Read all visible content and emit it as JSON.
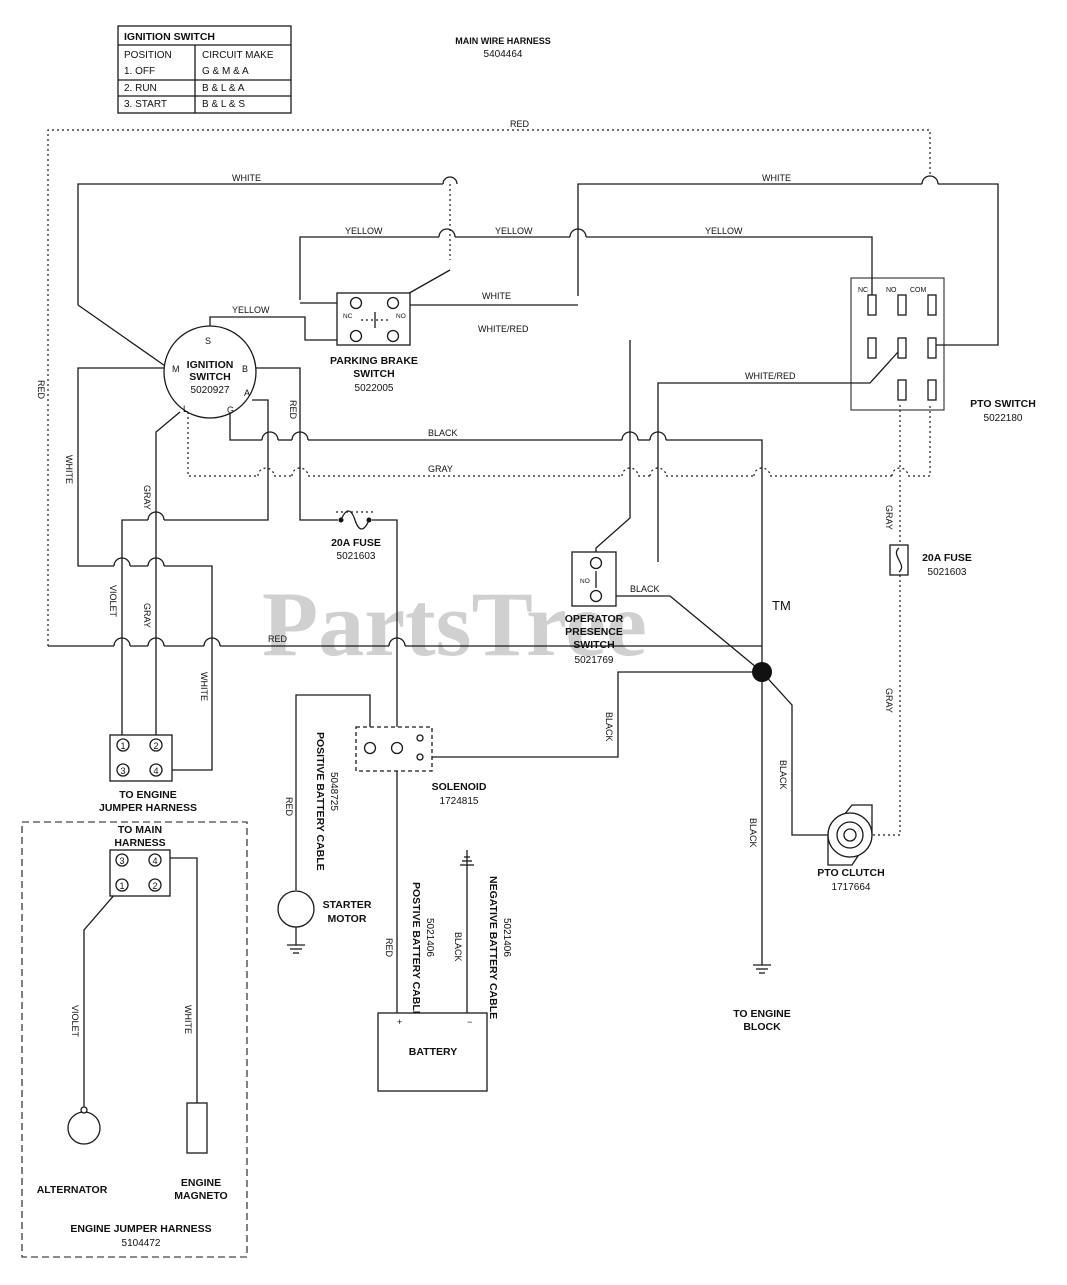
{
  "watermark": "PartsTree",
  "watermark_tm": "TM",
  "main_harness": {
    "title": "MAIN WIRE HARNESS",
    "part": "5404464"
  },
  "ignition_table": {
    "title": "IGNITION SWITCH",
    "headers": [
      "POSITION",
      "CIRCUIT MAKE"
    ],
    "rows": [
      [
        "1. OFF",
        "G & M & A"
      ],
      [
        "2. RUN",
        "B & L & A"
      ],
      [
        "3. START",
        "B & L & S"
      ]
    ]
  },
  "wire_labels": {
    "red": "RED",
    "white": "WHITE",
    "yellow": "YELLOW",
    "white_red": "WHITE/RED",
    "black": "BLACK",
    "gray": "GRAY",
    "violet": "VIOLET"
  },
  "ignition_switch": {
    "name_line1": "IGNITION",
    "name_line2": "SWITCH",
    "part": "5020927",
    "terminals": {
      "S": "S",
      "M": "M",
      "B": "B",
      "L": "L",
      "G": "G",
      "A": "A"
    }
  },
  "parking_brake_switch": {
    "name_line1": "PARKING BRAKE",
    "name_line2": "SWITCH",
    "part": "5022005",
    "contacts": {
      "nc": "NC",
      "no": "NO"
    }
  },
  "pto_switch": {
    "name": "PTO SWITCH",
    "part": "5022180",
    "headers": [
      "NC",
      "NO",
      "COM"
    ]
  },
  "fuse_left": {
    "name": "20A FUSE",
    "part": "5021603"
  },
  "fuse_right": {
    "name": "20A FUSE",
    "part": "5021603"
  },
  "operator_switch": {
    "line1": "OPERATOR",
    "line2": "PRESENCE",
    "line3": "SWITCH",
    "part": "5021769",
    "contact": "NO"
  },
  "connector_main": {
    "caption_line1": "TO ENGINE",
    "caption_line2": "JUMPER HARNESS",
    "pins": [
      "1",
      "2",
      "3",
      "4"
    ]
  },
  "solenoid": {
    "name": "SOLENOID",
    "part": "1724815"
  },
  "pos_cable_top": {
    "name": "POSITIVE BATTERY CABLE",
    "part": "5048725",
    "wire": "RED"
  },
  "starter_motor": {
    "line1": "STARTER",
    "line2": "MOTOR"
  },
  "pos_cable_bottom": {
    "name": "POSTIVE BATTERY CABLE",
    "part": "5021406",
    "wire": "RED"
  },
  "neg_cable": {
    "name": "NEGATIVE BATTERY CABLE",
    "part": "5021406",
    "wire": "BLACK"
  },
  "battery": {
    "name": "BATTERY",
    "plus": "+",
    "minus": "−"
  },
  "pto_clutch": {
    "name": "PTO CLUTCH",
    "part": "1717664"
  },
  "engine_block": {
    "line1": "TO ENGINE",
    "line2": "BLOCK"
  },
  "engine_jumper": {
    "connector_line1": "TO MAIN",
    "connector_line2": "HARNESS",
    "pins": [
      "3",
      "4",
      "1",
      "2"
    ],
    "alternator": "ALTERNATOR",
    "magneto_line1": "ENGINE",
    "magneto_line2": "MAGNETO",
    "title": "ENGINE JUMPER HARNESS",
    "part": "5104472"
  }
}
